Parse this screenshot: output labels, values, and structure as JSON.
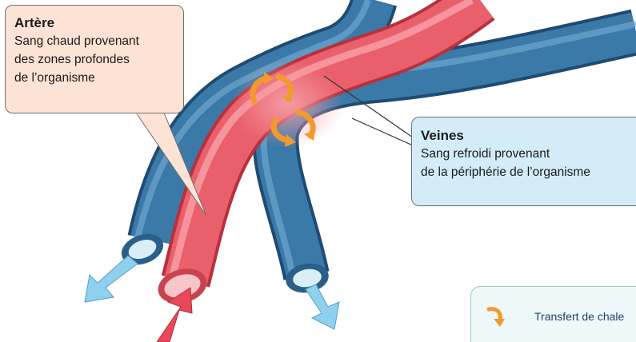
{
  "artery_callout": {
    "title": "Artère",
    "lines": [
      "Sang chaud provenant",
      "des zones profondes",
      "de l’organisme"
    ]
  },
  "veins_callout": {
    "title": "Veines",
    "lines": [
      "Sang refroidi provenant",
      "de la périphérie de l’organisme"
    ]
  },
  "legend": {
    "heat_transfer_label": "Transfert de chale"
  },
  "colors": {
    "artery": "#e5505e",
    "vein": "#356f9c",
    "heat_arrow": "#f29a2e",
    "flow_arrow": "#8fd0ee"
  }
}
